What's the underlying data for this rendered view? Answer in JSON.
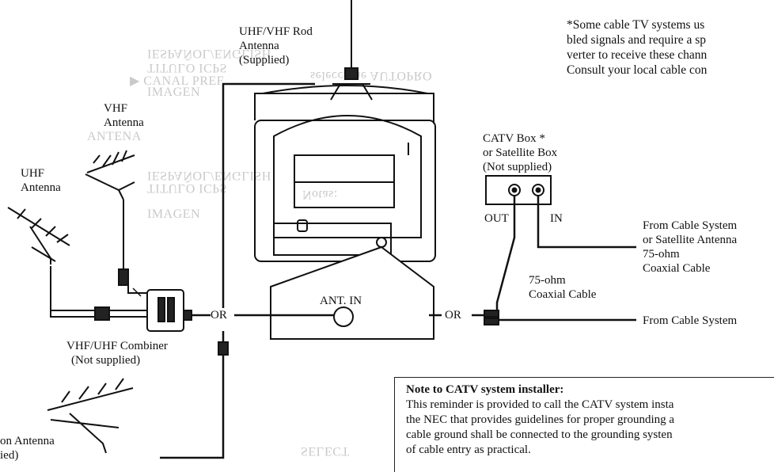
{
  "labels": {
    "rod_antenna": [
      "UHF/VHF Rod",
      "Antenna",
      "(Supplied)"
    ],
    "vhf_antenna": [
      "VHF",
      "Antenna"
    ],
    "uhf_antenna": [
      "UHF",
      "Antenna"
    ],
    "catv_box": [
      "CATV Box *",
      "or Satellite Box",
      "(Not supplied)"
    ],
    "out": "OUT",
    "in": "IN",
    "from_cable_satellite": [
      "From Cable System",
      "or Satellite Antenna",
      "75-ohm",
      "Coaxial Cable"
    ],
    "coax_75": [
      "75-ohm",
      "Coaxial Cable"
    ],
    "ant_in": "ANT. IN",
    "or_left": "OR",
    "or_right": "OR",
    "from_cable_system": "From Cable System",
    "combiner": [
      "VHF/UHF Combiner",
      "(Not supplied)"
    ],
    "combo_antenna": [
      "on Antenna",
      "ied)"
    ]
  },
  "catv_note": [
    "*Some cable TV systems us",
    "bled signals and require a sp",
    "verter to receive these chann",
    "Consult your local cable con"
  ],
  "installer_note": {
    "title": "Note to CATV system installer:",
    "lines": [
      "This reminder is provided to call the CATV system insta",
      "the NEC that provides guidelines for proper grounding a",
      "cable ground shall be connected to the grounding systen",
      "of cable entry as practical."
    ]
  },
  "bleed_through": [
    "IESPAÑOL/ENGLISH",
    "TITULO ICPS",
    "▶ CANAL PREF.",
    "IMAGEN",
    "seleccione AUTOPRO",
    "Notas:",
    "ANTENA",
    "SELECT"
  ]
}
